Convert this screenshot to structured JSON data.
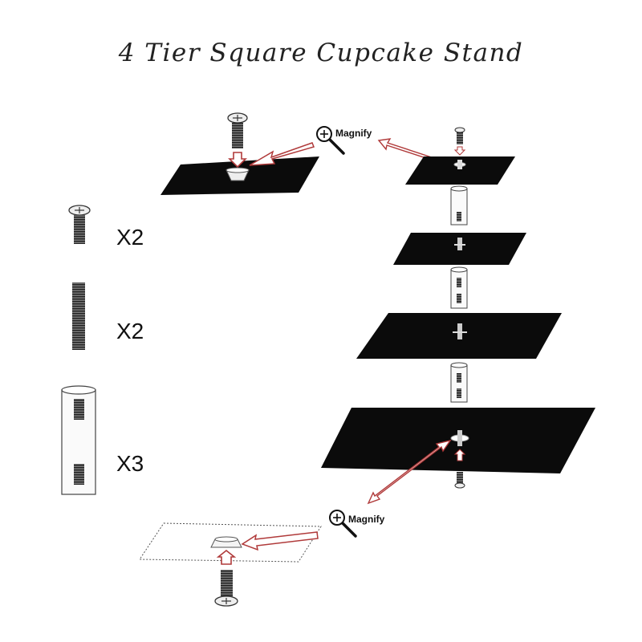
{
  "title": "4 Tier Square Cupcake Stand",
  "parts": [
    {
      "icon": "screw-icon",
      "quantity": "X2"
    },
    {
      "icon": "threaded-rod-icon",
      "quantity": "X2"
    },
    {
      "icon": "tube-spacer-icon",
      "quantity": "X3"
    }
  ],
  "magnify_labels": {
    "top": "Magnify",
    "bottom": "Magnify"
  },
  "tiers": 4,
  "colors": {
    "board": "#0b0b0b",
    "arrow": "#b03a3a",
    "outline": "#444444"
  }
}
